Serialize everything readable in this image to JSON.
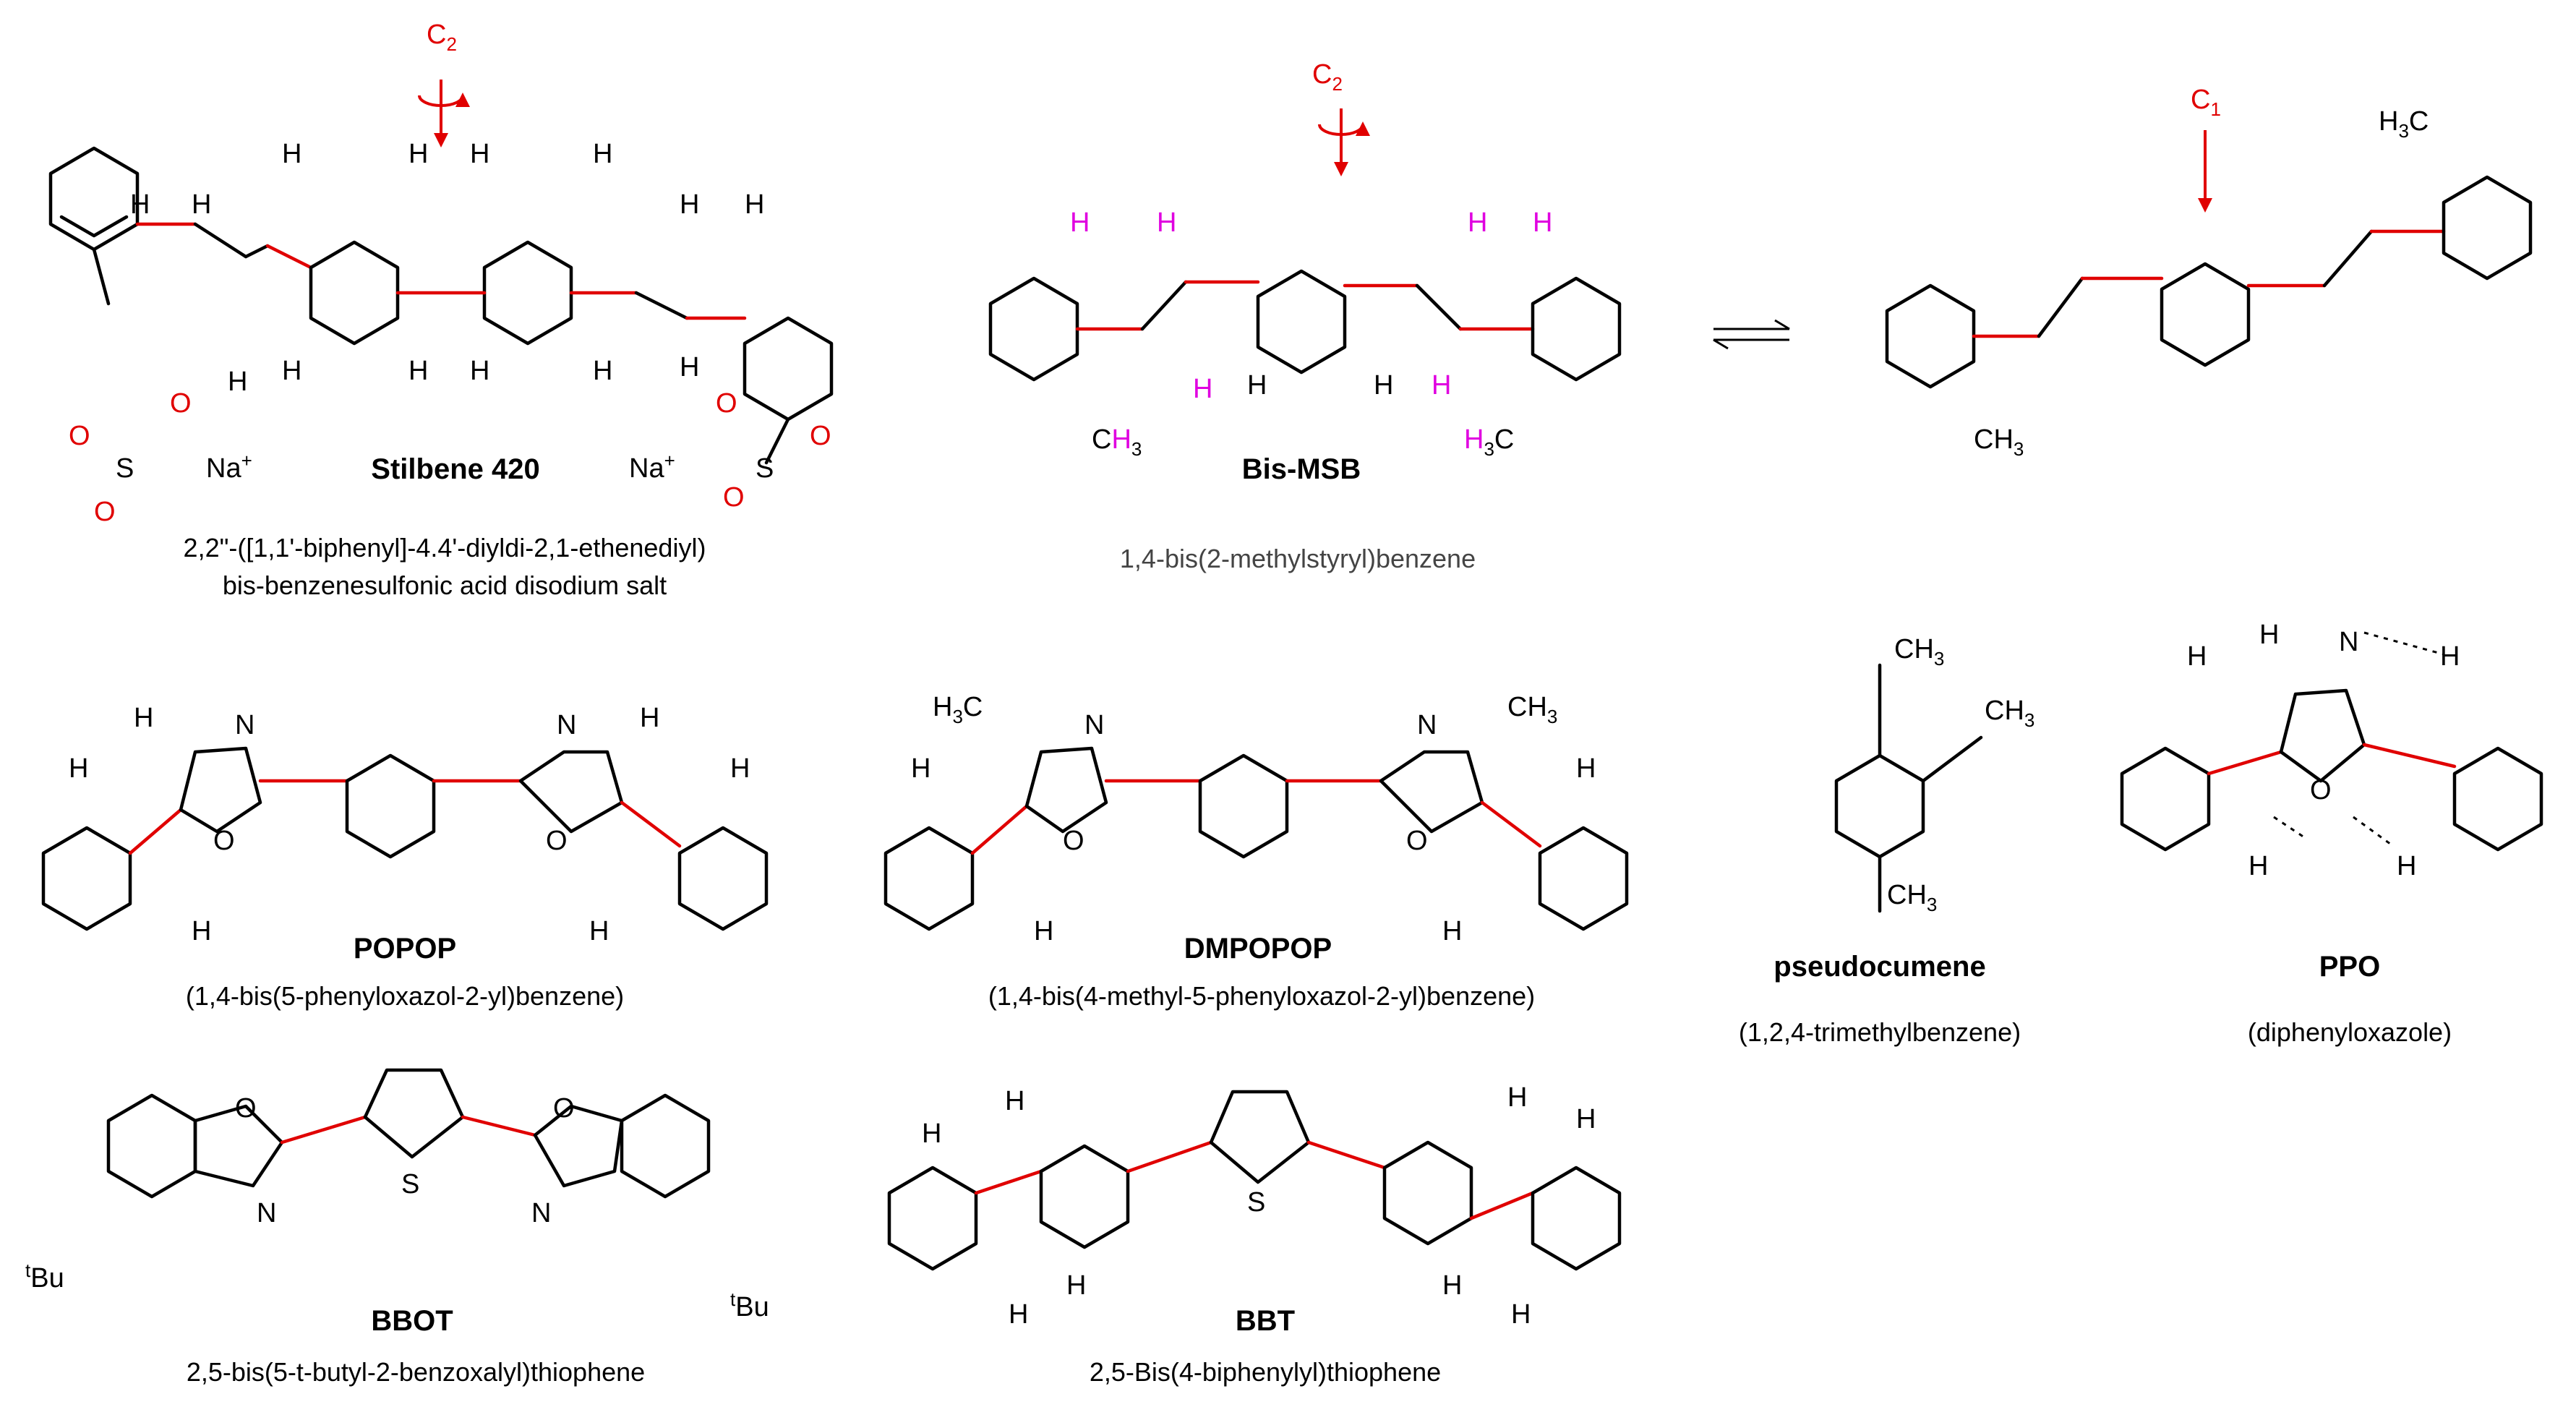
{
  "colors": {
    "rotor_bond": "#e00000",
    "highlight_h": "#e000e0",
    "ink": "#000000"
  },
  "molecules": {
    "stilbene420": {
      "name": "Stilbene 420",
      "desc1": "2,2\"-([1,1'-biphenyl]-4.4'-diyldi-2,1-ethenediyl)",
      "desc2": "bis-benzenesulfonic acid disodium salt",
      "counterion": "Na",
      "symmetry": "C",
      "symmetry_sub": "2"
    },
    "bismsb": {
      "name": "Bis-MSB",
      "desc": "1,4-bis(2-methylstyryl)benzene",
      "symmetry": "C",
      "symmetry_sub": "2",
      "alt_symmetry": "C",
      "alt_symmetry_sub": "1"
    },
    "popop": {
      "name": "POPOP",
      "desc": "(1,4-bis(5-phenyloxazol-2-yl)benzene)"
    },
    "dmpopop": {
      "name": "DMPOPOP",
      "desc": "(1,4-bis(4-methyl-5-phenyloxazol-2-yl)benzene)"
    },
    "pseudocumene": {
      "name": "pseudocumene",
      "desc": "(1,2,4-trimethylbenzene)"
    },
    "ppo": {
      "name": "PPO",
      "desc": "(diphenyloxazole)"
    },
    "bbot": {
      "name": "BBOT",
      "desc": "2,5-bis(5-t-butyl-2-benzoxalyl)thiophene"
    },
    "bbt": {
      "name": "BBT",
      "desc": "2,5-Bis(4-biphenylyl)thiophene"
    }
  },
  "atoms": {
    "H": "H",
    "N": "N",
    "O": "O",
    "S": "S",
    "C": "C",
    "CH": "CH",
    "H3C": "H",
    "sub3": "3",
    "tBu_t": "t",
    "tBu": "Bu",
    "plus": "+",
    "minus": "-"
  }
}
